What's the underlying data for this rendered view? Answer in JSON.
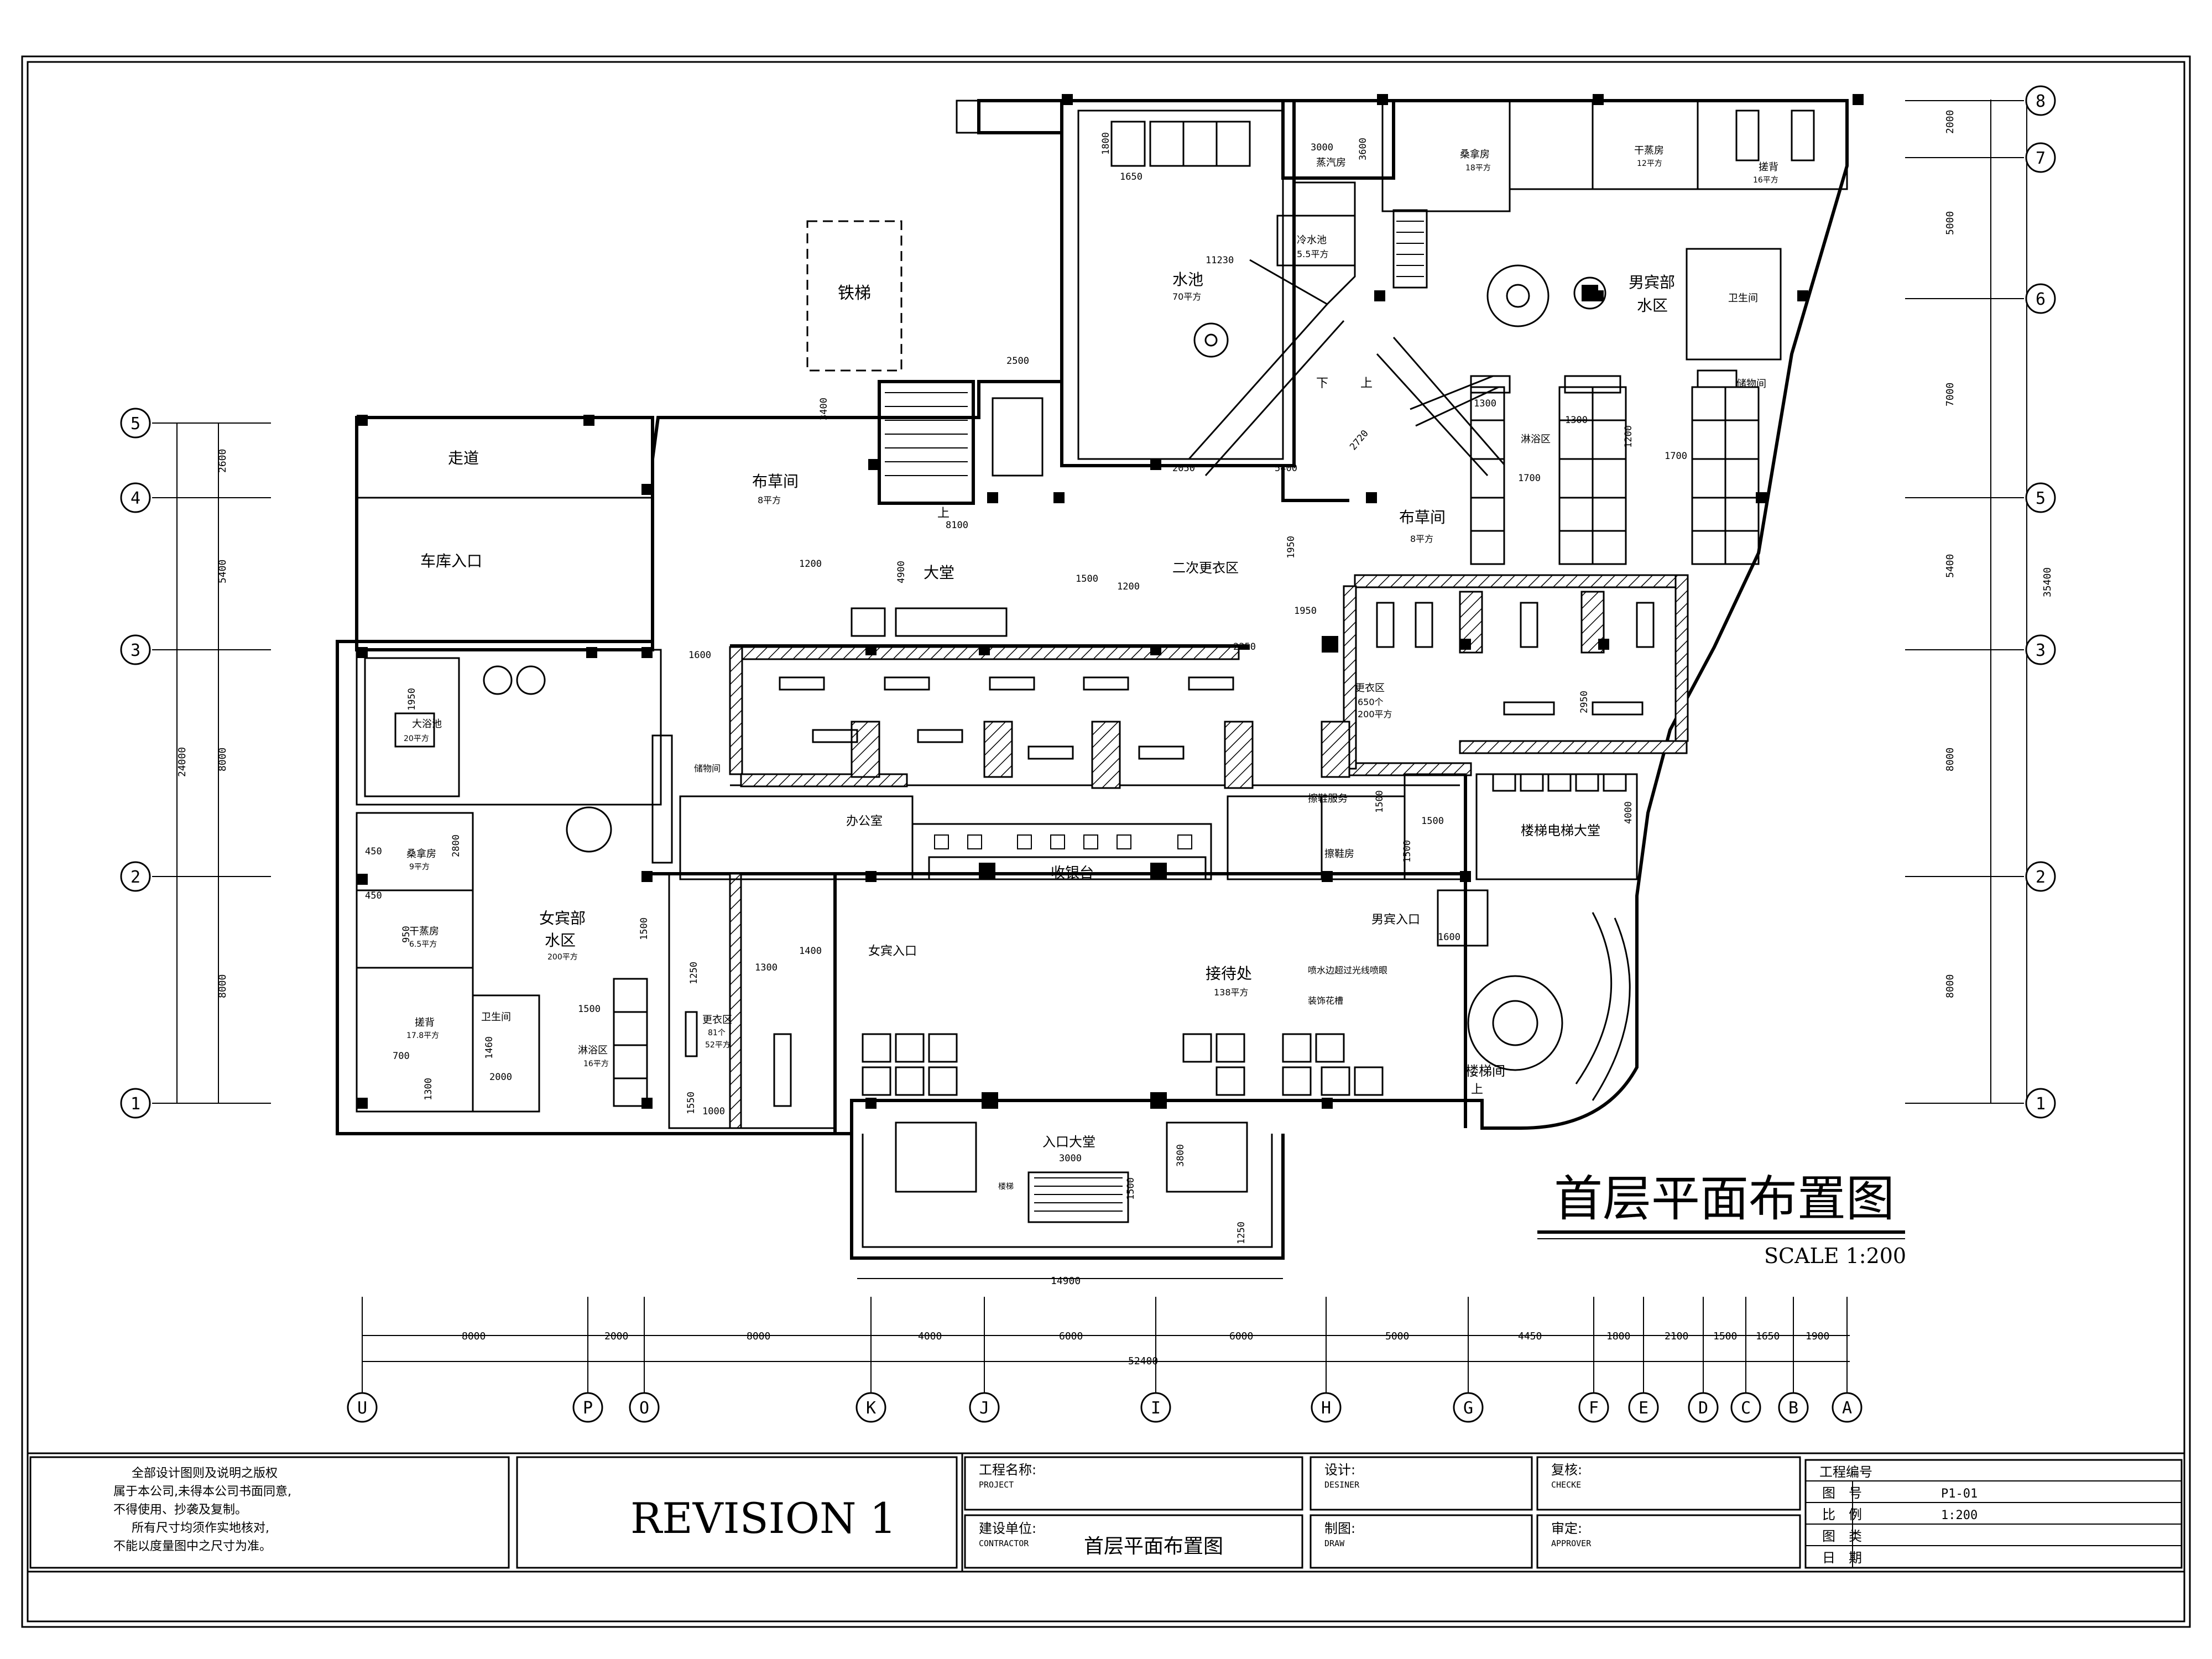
{
  "title": "首层平面布置图",
  "scale": "SCALE 1:200",
  "total_width_dim": "52400",
  "total_height_dim": "35400",
  "left_total_dim": "24000",
  "entrance_width_dim": "14900",
  "axes_bottom": [
    {
      "label": "U"
    },
    {
      "label": "P"
    },
    {
      "label": "O"
    },
    {
      "label": "K"
    },
    {
      "label": "J"
    },
    {
      "label": "I"
    },
    {
      "label": "H"
    },
    {
      "label": "G"
    },
    {
      "label": "F"
    },
    {
      "label": "E"
    },
    {
      "label": "D"
    },
    {
      "label": "C"
    },
    {
      "label": "B"
    },
    {
      "label": "A"
    }
  ],
  "bottom_dims": [
    "8000",
    "2000",
    "8000",
    "4000",
    "6000",
    "6000",
    "5000",
    "4450",
    "1800",
    "2100",
    "1500",
    "1650",
    "1900"
  ],
  "axes_left": [
    {
      "label": "5"
    },
    {
      "label": "4"
    },
    {
      "label": "3"
    },
    {
      "label": "2"
    },
    {
      "label": "1"
    }
  ],
  "left_dims": [
    "2600",
    "5400",
    "8000",
    "8000"
  ],
  "axes_right": [
    {
      "label": "8"
    },
    {
      "label": "7"
    },
    {
      "label": "6"
    },
    {
      "label": "5"
    },
    {
      "label": "3"
    },
    {
      "label": "2"
    },
    {
      "label": "1"
    }
  ],
  "right_dims": [
    "2000",
    "5000",
    "7000",
    "5400",
    "8000",
    "8000"
  ],
  "rooms": {
    "corridor": "走道",
    "garage": "车库入口",
    "iron_stair": "铁梯",
    "linen1": "布草间",
    "linen1_area": "8平方",
    "hall": "大堂",
    "second_changing": "二次更衣区",
    "pool": "水池",
    "pool_area": "70平方",
    "cold_pool": "冷水池",
    "cold_pool_area": "5.5平方",
    "steam": "蒸汽房",
    "sauna": "桑拿房",
    "sauna_area": "18平方",
    "dry": "干蒸房",
    "dry_area": "12平方",
    "massage": "搓背",
    "massage_area": "16平方",
    "mens_water": "男宾部",
    "mens_water2": "水区",
    "wc_men": "卫生间",
    "store_men": "储物间",
    "shower_men": "淋浴区",
    "linen2": "布草间",
    "linen2_area": "8平方",
    "changing_men": "更衣区",
    "changing_men_info": "650个",
    "changing_men_area": "200平方",
    "office": "办公室",
    "reception_desk": "收银台",
    "store_mid": "储物间",
    "shoe": "擦鞋房",
    "shoe_counter": "擦鞋服务",
    "stair_hall": "楼梯电梯大堂",
    "men_entry": "男宾入口",
    "women_entry": "女宾入口",
    "reception": "接待处",
    "reception_area": "138平方",
    "women_water": "女宾部",
    "women_water2": "水区",
    "women_water_area": "200平方",
    "women_pool": "大浴池",
    "women_pool_area": "20平方",
    "sauna_w": "桑拿房",
    "sauna_w_area": "9平方",
    "dry_w": "干蒸房",
    "dry_w_area": "6.5平方",
    "massage_w": "搓背",
    "massage_w_area": "17.8平方",
    "wc_w": "卫生间",
    "shower_w": "淋浴区",
    "shower_w_area": "16平方",
    "changing_w": "更衣区",
    "changing_w_info": "81个",
    "changing_w_area": "52平方",
    "entrance": "入口大堂",
    "staircase": "楼梯间",
    "fountain_note": "喷水边超过光线喷眼",
    "planter_note": "装饰花槽",
    "stairs_label": "楼梯",
    "up": "上",
    "down": "下"
  },
  "dims_inner": [
    "1800",
    "1650",
    "3600",
    "3000",
    "11230",
    "2500",
    "3400",
    "8100",
    "4900",
    "1200",
    "1500",
    "1200",
    "2050",
    "5400",
    "2720",
    "1950",
    "1950",
    "2350",
    "2950",
    "1600",
    "1300",
    "1700",
    "1300",
    "1700",
    "1200",
    "4000",
    "1500",
    "1500",
    "1500",
    "1500",
    "1400",
    "1300",
    "1250",
    "1500",
    "1460",
    "2000",
    "700",
    "1300",
    "950",
    "450",
    "450",
    "2800",
    "1950",
    "3800",
    "3000",
    "1250",
    "1500",
    "1000",
    "1550",
    "1600"
  ],
  "title_block": {
    "copyright": [
      "全部设计图则及说明之版权",
      "属于本公司,未得本公司书面同意,",
      "不得使用、抄袭及复制。",
      "所有尺寸均须作实地核对,",
      "不能以度量图中之尺寸为准。"
    ],
    "revision": "REVISION 1",
    "project_label": "工程名称:",
    "project_en": "PROJECT",
    "contractor_label": "建设单位:",
    "contractor_en": "CONTRACTOR",
    "drawing_name": "首层平面布置图",
    "designer_label": "设计:",
    "designer_en": "DESINER",
    "draw_label": "制图:",
    "draw_en": "DRAW",
    "check_label": "复核:",
    "check_en": "CHECKE",
    "approve_label": "审定:",
    "approve_en": "APPROVER",
    "project_no_label": "工程编号",
    "rows": [
      {
        "label": "图　号",
        "value": "P1-01"
      },
      {
        "label": "比　例",
        "value": "1:200"
      },
      {
        "label": "图　类",
        "value": ""
      },
      {
        "label": "日　期",
        "value": ""
      }
    ]
  }
}
